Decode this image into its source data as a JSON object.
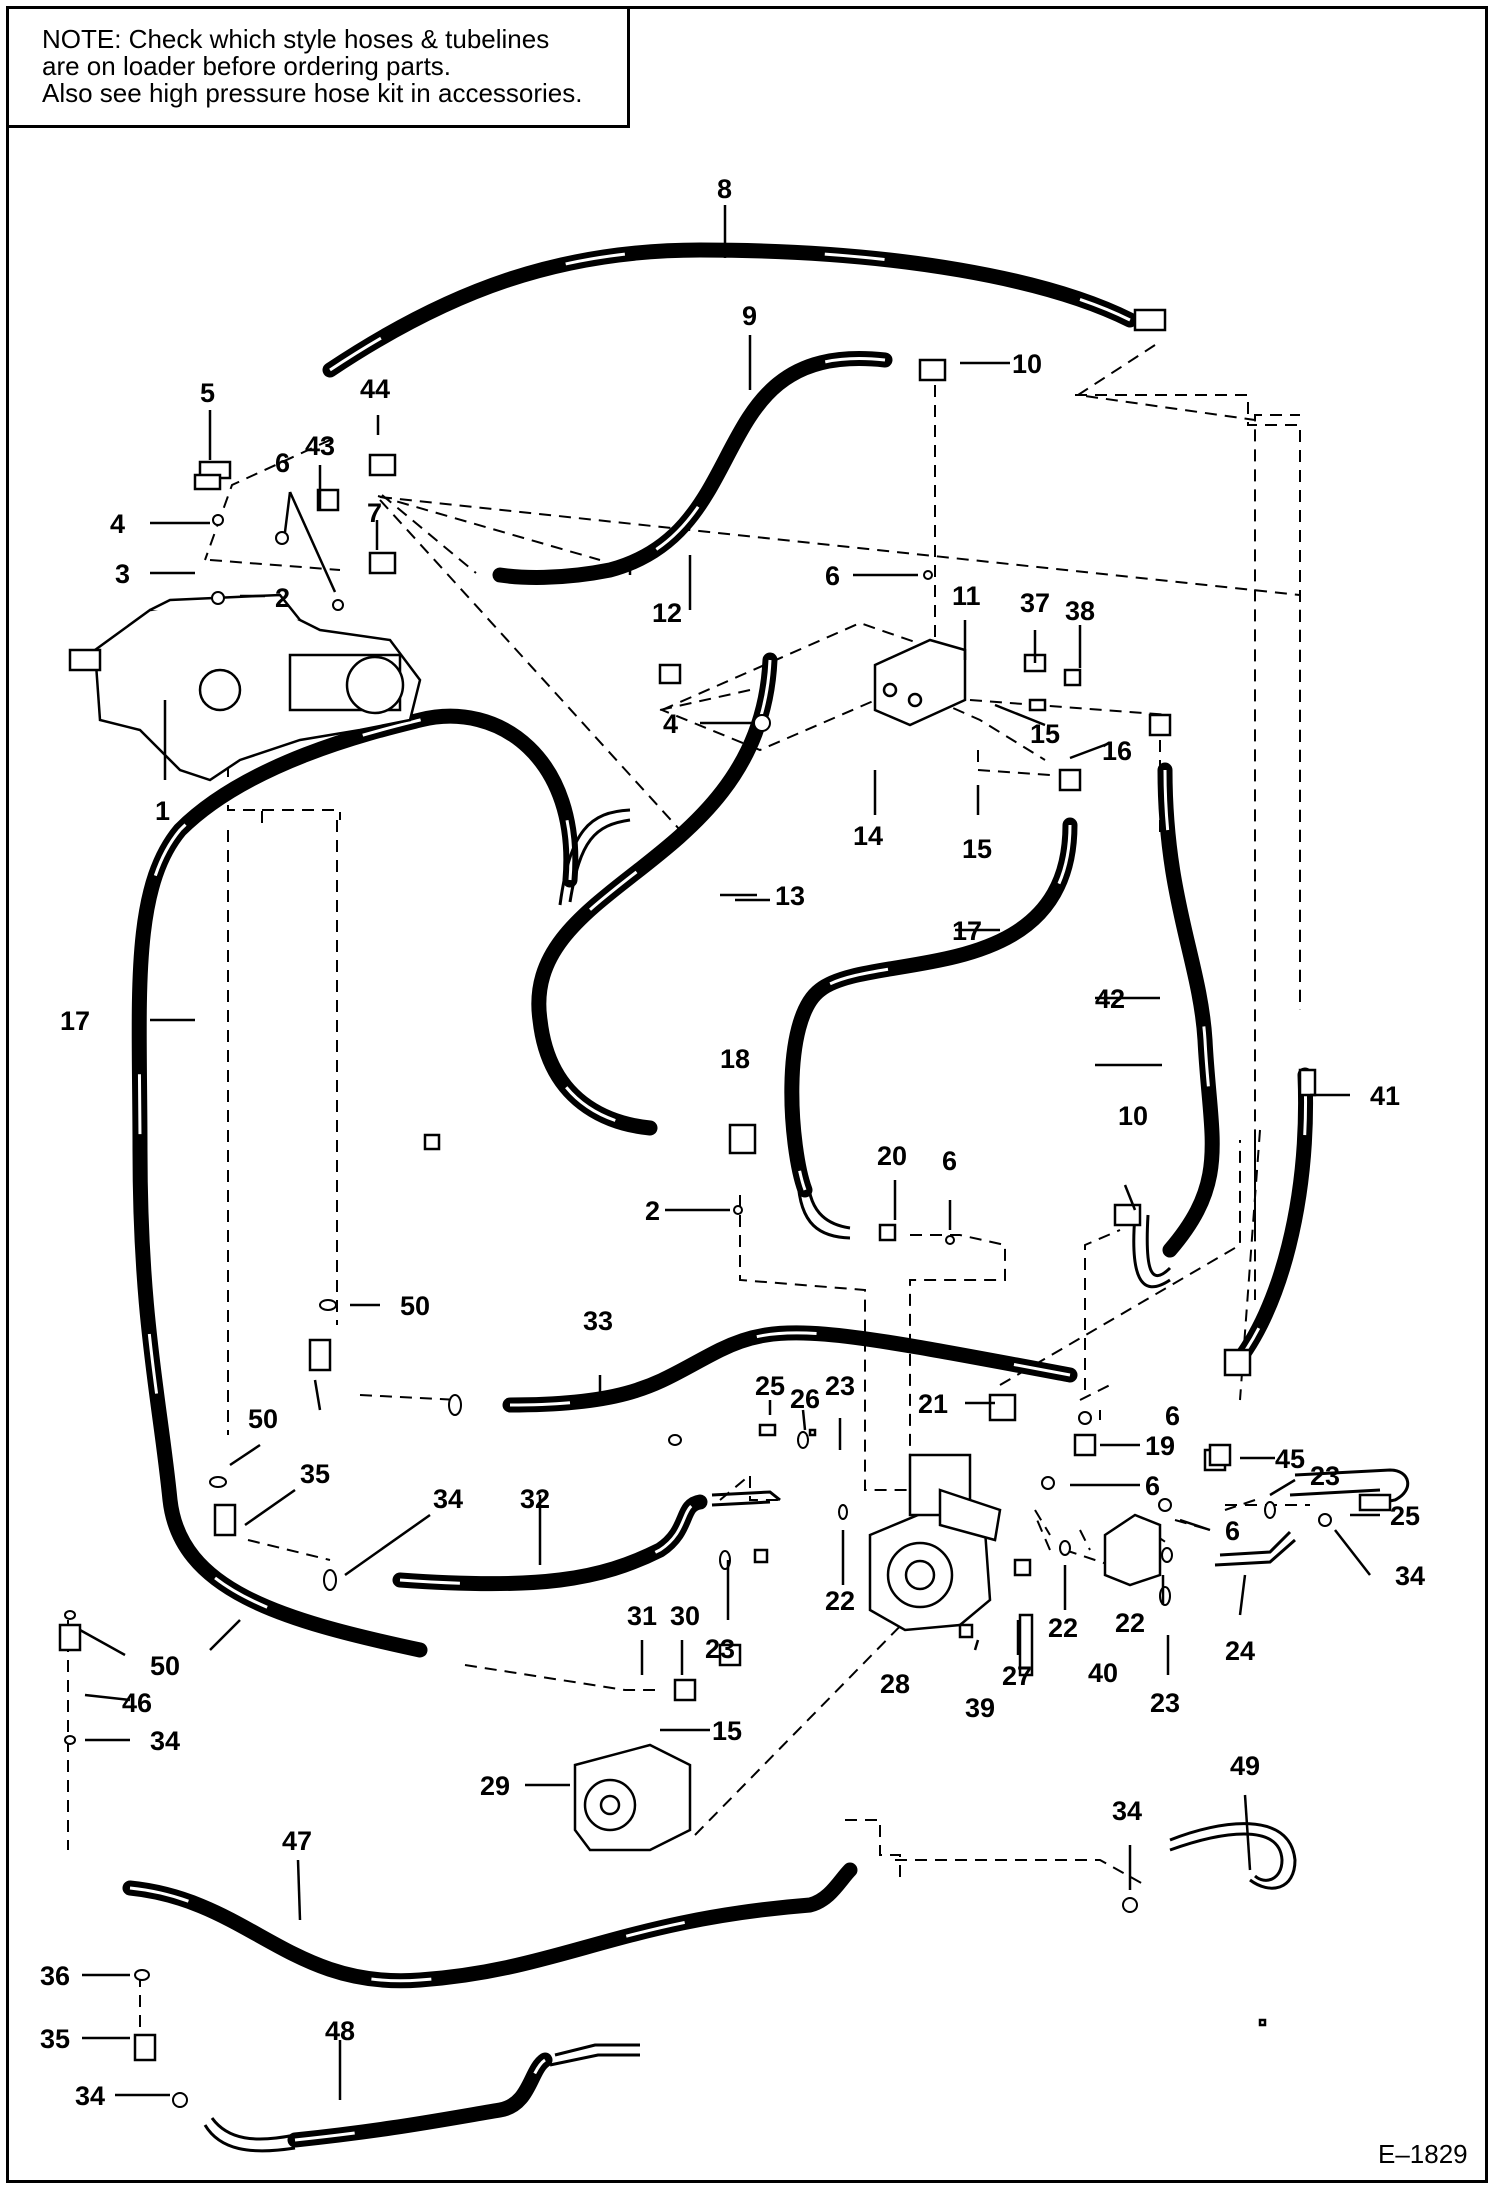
{
  "note": {
    "lines": [
      "NOTE: Check which style hoses & tubelines",
      "are on loader before ordering parts.",
      "Also see high pressure hose kit in accessories."
    ]
  },
  "figure_id": "E–1829",
  "labels": {
    "l1": "1",
    "l2a": "2",
    "l2b": "2",
    "l3": "3",
    "l4a": "4",
    "l4b": "4",
    "l5": "5",
    "l6a": "6",
    "l6b": "6",
    "l6c": "6",
    "l6d": "6",
    "l6e": "6",
    "l6f": "6",
    "l7": "7",
    "l8": "8",
    "l9": "9",
    "l10a": "10",
    "l10b": "10",
    "l11": "11",
    "l12": "12",
    "l13": "13",
    "l14": "14",
    "l15a": "15",
    "l15b": "15",
    "l15c": "15",
    "l16": "16",
    "l17a": "17",
    "l17b": "17",
    "l18": "18",
    "l19": "19",
    "l20": "20",
    "l21": "21",
    "l22a": "22",
    "l22b": "22",
    "l22c": "22",
    "l23a": "23",
    "l23b": "23",
    "l23c": "23",
    "l23d": "23",
    "l24": "24",
    "l25a": "25",
    "l25b": "25",
    "l26": "26",
    "l27": "27",
    "l28": "28",
    "l29": "29",
    "l30": "30",
    "l31": "31",
    "l32": "32",
    "l33": "33",
    "l34a": "34",
    "l34b": "34",
    "l34c": "34",
    "l34d": "34",
    "l34e": "34",
    "l35a": "35",
    "l35b": "35",
    "l36": "36",
    "l37": "37",
    "l38": "38",
    "l39": "39",
    "l40": "40",
    "l41": "41",
    "l42": "42",
    "l43": "43",
    "l44": "44",
    "l45": "45",
    "l46": "46",
    "l47": "47",
    "l48": "48",
    "l49": "49",
    "l50a": "50",
    "l50b": "50",
    "l50c": "50"
  }
}
